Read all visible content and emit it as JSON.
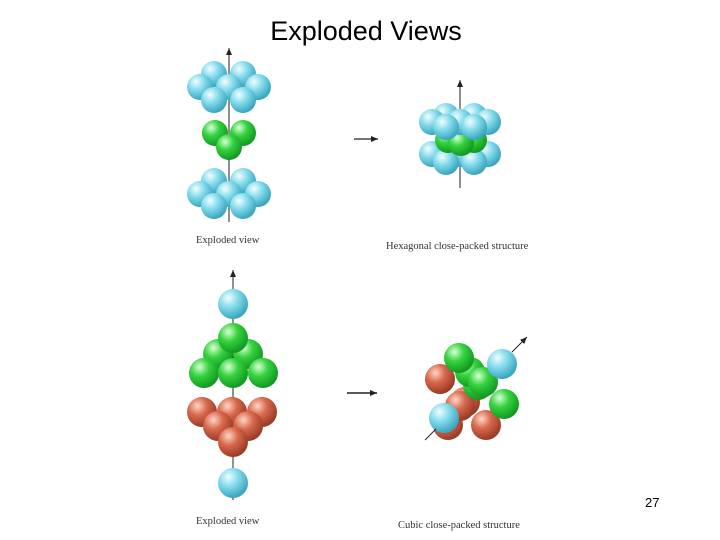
{
  "slide": {
    "title": "Exploded Views",
    "page_number": "27"
  },
  "panels": {
    "hcp_exploded_caption": "Exploded view",
    "hcp_structure_caption": "Hexagonal close-packed structure",
    "ccp_exploded_caption": "Exploded view",
    "ccp_structure_caption": "Cubic close-packed structure"
  },
  "colors": {
    "cyan_sphere": "#7fd9ea",
    "green_sphere": "#3cd04a",
    "red_sphere": "#d2654a",
    "arrow": "#222222"
  }
}
